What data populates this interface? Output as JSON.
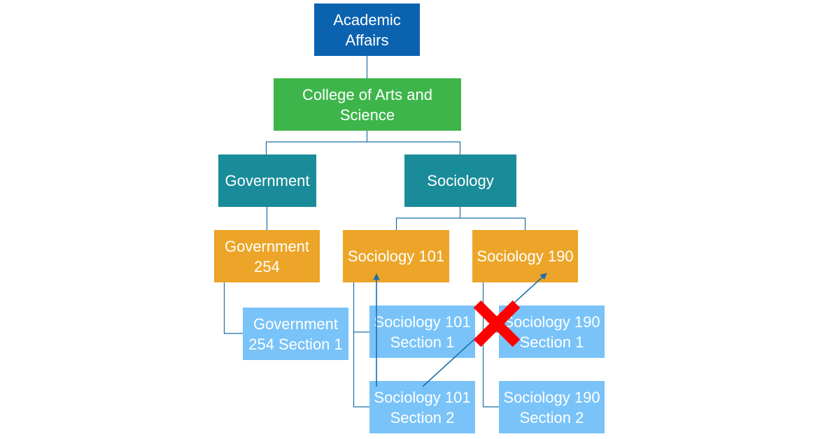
{
  "colors": {
    "level1": "#0b63b0",
    "level2": "#3db54a",
    "level3": "#1a8c99",
    "level4": "#eca528",
    "level5": "#79c3f8",
    "connector": "#1b6fa8",
    "arrow": "#1b6fa8",
    "cross": "#ff0000"
  },
  "nodes": {
    "academic_affairs": "Academic\nAffairs",
    "college": "College of Arts and\nScience",
    "government": "Government",
    "sociology": "Sociology",
    "gov_254": "Government\n254",
    "soc_101": "Sociology 101",
    "soc_190": "Sociology 190",
    "gov_254_s1": "Government\n254 Section 1",
    "soc_101_s1": "Sociology 101\nSection 1",
    "soc_101_s2": "Sociology 101\nSection 2",
    "soc_190_s1": "Sociology 190\nSection 1",
    "soc_190_s2": "Sociology 190\nSection 2"
  },
  "annotations": {
    "arrow_to_soc_101": "arrow-up",
    "arrow_to_soc_190": "arrow-diagonal",
    "invalid_move_marker": "x-cross-icon"
  }
}
